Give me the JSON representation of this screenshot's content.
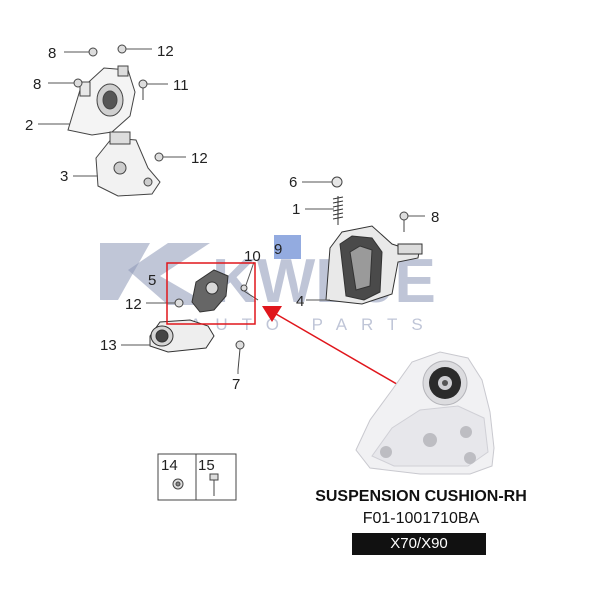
{
  "watermark": {
    "brand": "KWDJE",
    "sub": "AUTO PARTS"
  },
  "callouts": {
    "n1": "1",
    "n2": "2",
    "n3": "3",
    "n4": "4",
    "n5": "5",
    "n6": "6",
    "n7": "7",
    "n8a": "8",
    "n8b": "8",
    "n8c": "8",
    "n9": "9",
    "n10": "10",
    "n11": "11",
    "n12a": "12",
    "n12b": "12",
    "n12c": "12",
    "n13": "13",
    "n14": "14",
    "n15": "15"
  },
  "product": {
    "title": "SUSPENSION CUSHION-RH",
    "part_number": "F01-1001710BA",
    "model": "X70/X90"
  },
  "colors": {
    "highlight_box": "#e0161c",
    "arrow": "#e0161c",
    "watermark": "#8c97b7",
    "tag9": "#6f8fd6"
  }
}
